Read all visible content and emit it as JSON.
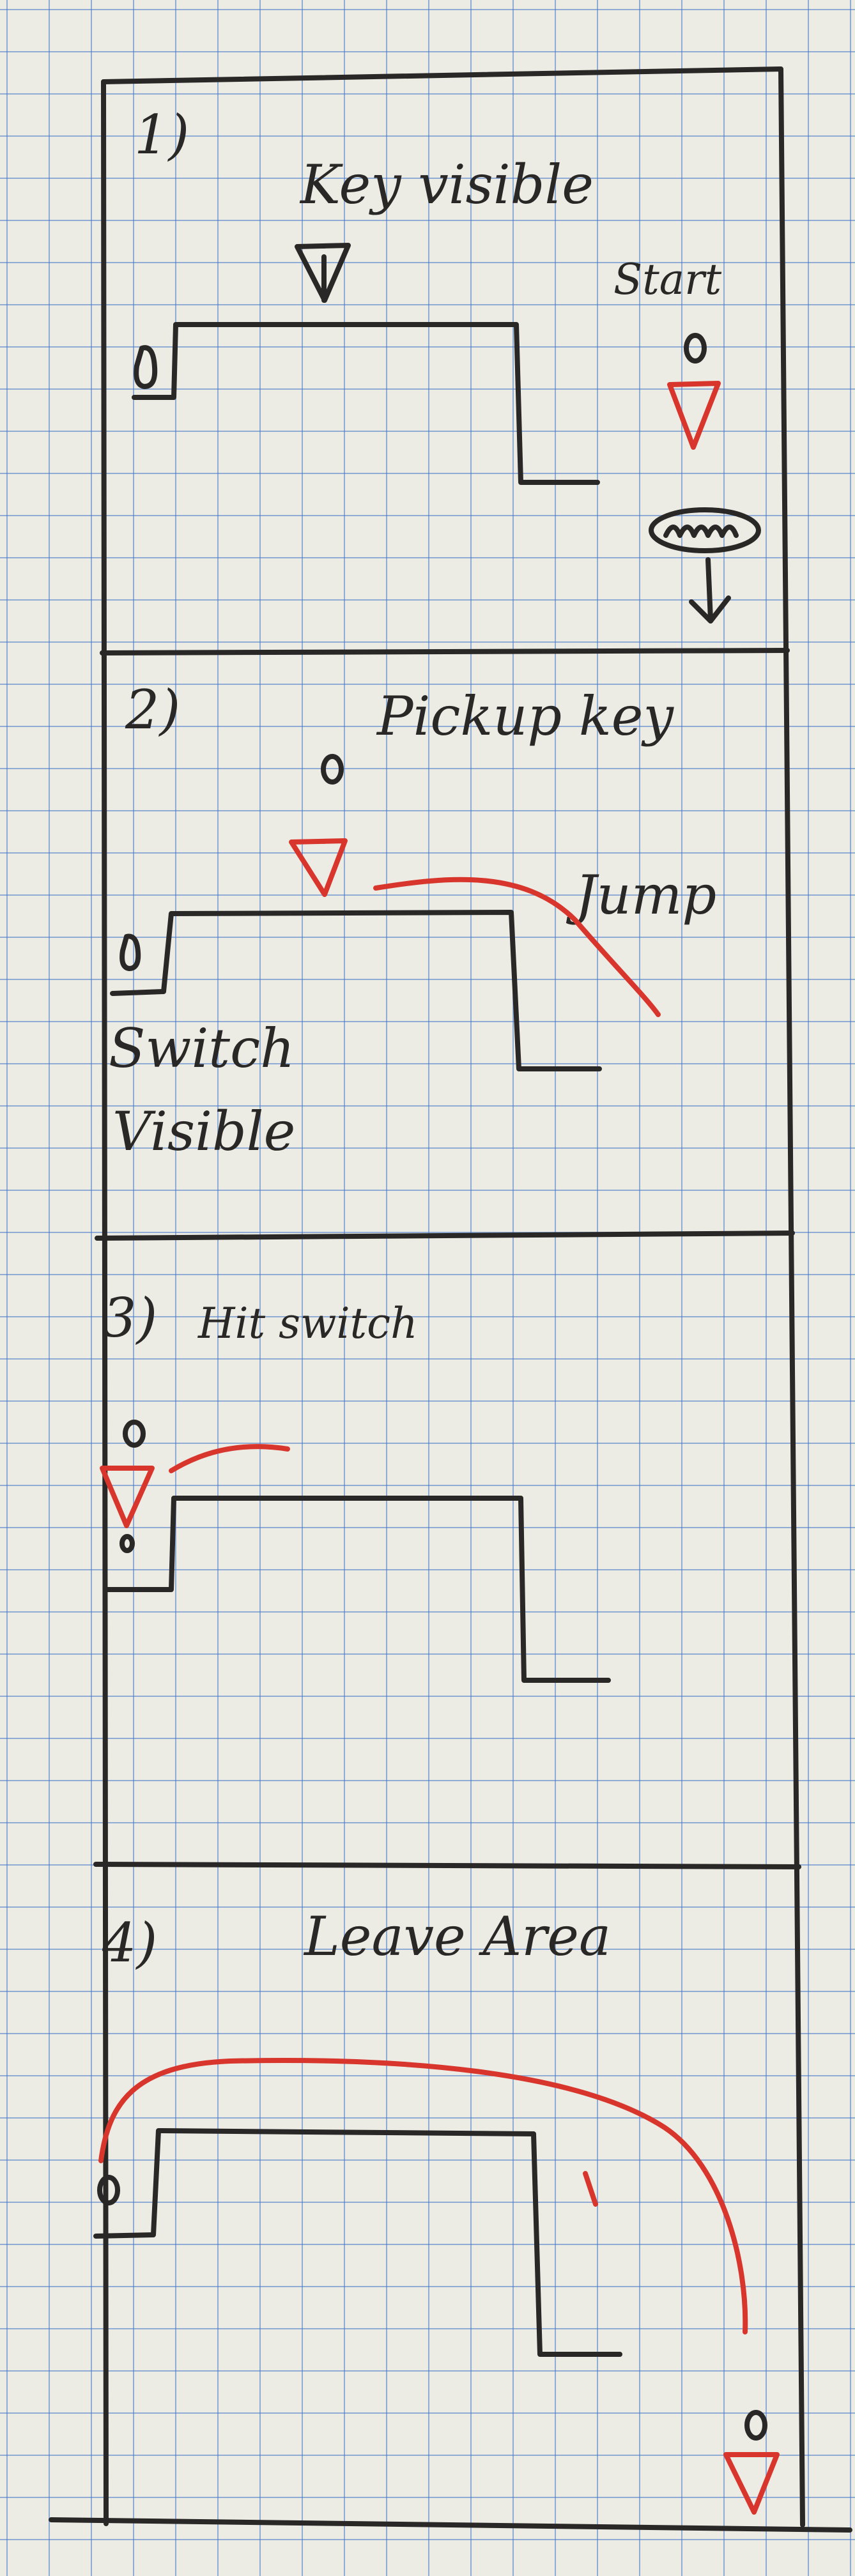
{
  "panels": [
    {
      "number": "1)",
      "caption": "Key visible",
      "note": "Start"
    },
    {
      "number": "2)",
      "caption": "Pickup key",
      "note": "Jump",
      "status_line1": "Switch",
      "status_line2": "Visible"
    },
    {
      "number": "3)",
      "caption": "Hit switch"
    },
    {
      "number": "4)",
      "caption": "Leave Area"
    }
  ],
  "colors": {
    "ink": "#2a2826",
    "red_pen": "#d8362c",
    "grid": "#4678c8",
    "paper": "#ecebe4"
  }
}
